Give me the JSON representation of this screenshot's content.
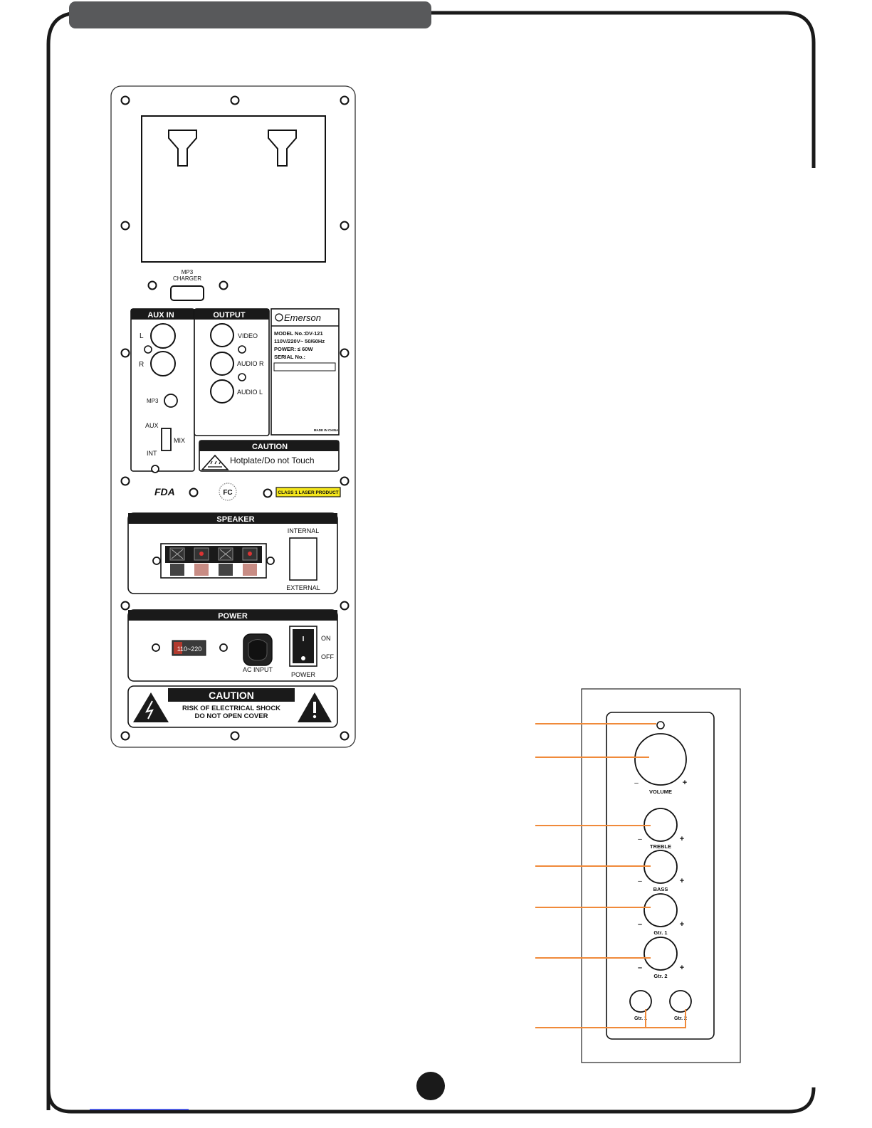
{
  "rear_panel": {
    "mp3_charger": [
      "MP3",
      "CHARGER"
    ],
    "aux_in": {
      "title": "AUX IN",
      "left": "L",
      "right": "R",
      "mp3": "MP3",
      "aux": "AUX",
      "mix": "MIX",
      "int": "INT"
    },
    "output": {
      "title": "OUTPUT",
      "video": "VIDEO",
      "audio_r": "AUDIO R",
      "audio_l": "AUDIO L"
    },
    "rating_label": {
      "brand": "Emerson",
      "model": "MODEL No.:DV-121",
      "voltage": "110V/220V~ 50/60Hz",
      "power": "POWER: ≤ 60W",
      "serial": "SERIAL No.:",
      "made_in": "MADE IN CHINA"
    },
    "hotplate_caution": {
      "title": "CAUTION",
      "text": "Hotplate/Do not Touch"
    },
    "certifications": {
      "fda": "FDA",
      "fc": "FC",
      "laser": "CLASS 1 LASER PRODUCT"
    },
    "speaker": {
      "title": "SPEAKER",
      "internal": "INTERNAL",
      "external": "EXTERNAL"
    },
    "power": {
      "title": "POWER",
      "voltage_switch": "110~220",
      "ac_input": "AC INPUT",
      "on": "ON",
      "off": "OFF",
      "power_label": "POWER",
      "on_glyph": "I"
    },
    "shock_caution": {
      "title": "CAUTION",
      "line1": "RISK OF ELECTRICAL SHOCK",
      "line2": "DO NOT OPEN COVER"
    }
  },
  "control_panel": {
    "volume": "VOLUME",
    "treble": "TREBLE",
    "bass": "BASS",
    "gtr1": "Gtr. 1",
    "gtr2": "Gtr. 2",
    "jack1": "Gtr. 1",
    "jack2": "Gtr. 2",
    "minus": "–",
    "plus": "+"
  },
  "colors": {
    "frame": "#1a1a1a",
    "header_tab": "#58595b",
    "callout": "#f08a3a",
    "label_yellow": "#f4e61c",
    "switch_red": "#b23a2e",
    "link_blue": "#3a4dff"
  }
}
